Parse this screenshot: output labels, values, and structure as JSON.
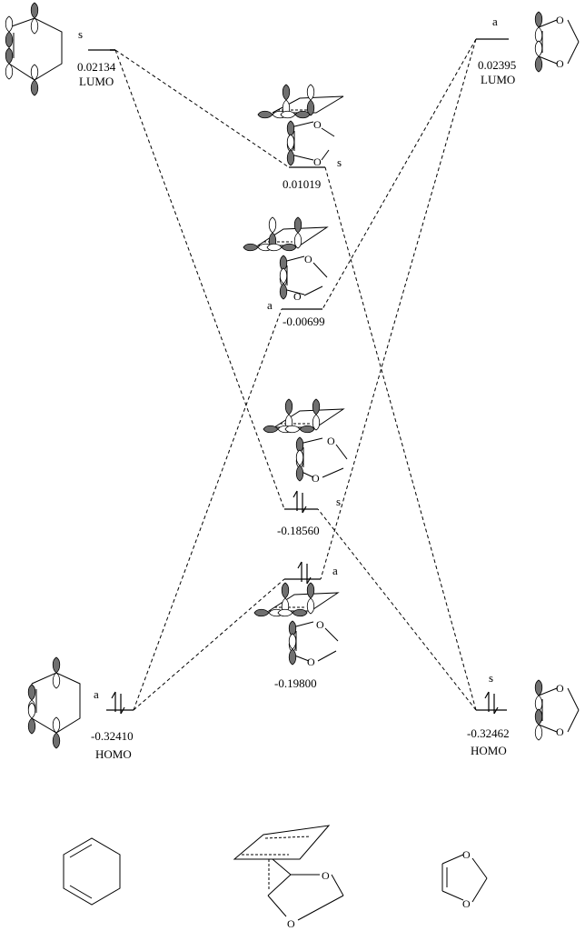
{
  "levels": {
    "diene_lumo": {
      "symmetry": "s",
      "energy": "0.02134",
      "label": "LUMO"
    },
    "diene_homo": {
      "symmetry": "a",
      "energy": "-0.32410",
      "label": "HOMO"
    },
    "dioxole_lumo": {
      "symmetry": "a",
      "energy": "0.02395",
      "label": "LUMO"
    },
    "dioxole_homo": {
      "symmetry": "s",
      "energy": "-0.32462",
      "label": "HOMO"
    },
    "ts_1": {
      "symmetry": "s",
      "energy": "0.01019"
    },
    "ts_2": {
      "symmetry": "a",
      "energy": "-0.00699"
    },
    "ts_3": {
      "symmetry": "s",
      "energy": "-0.18560"
    },
    "ts_4": {
      "symmetry": "a",
      "energy": "-0.19800"
    }
  },
  "atoms": {
    "oxygen": "O"
  },
  "colors": {
    "line": "#000000",
    "shaded_lobe": "#707070",
    "open_lobe": "#ffffff"
  }
}
